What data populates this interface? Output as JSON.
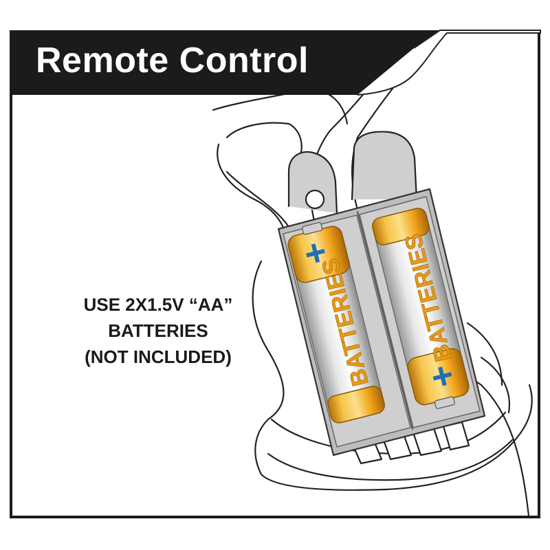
{
  "header": {
    "title": "Remote Control"
  },
  "instructions": {
    "line1": "USE 2X1.5V “AA”",
    "line2": "BATTERIES",
    "line3": "(NOT INCLUDED)"
  },
  "batteries": {
    "label": "BATTERIES",
    "polarity_symbol": "+"
  },
  "colors": {
    "header_band": "#1b1b1b",
    "battery_gold": "#f2a51c",
    "battery_silver": "#d9d9d9",
    "compartment": "#bdbdbd",
    "plus_blue": "#1f6fb5"
  }
}
